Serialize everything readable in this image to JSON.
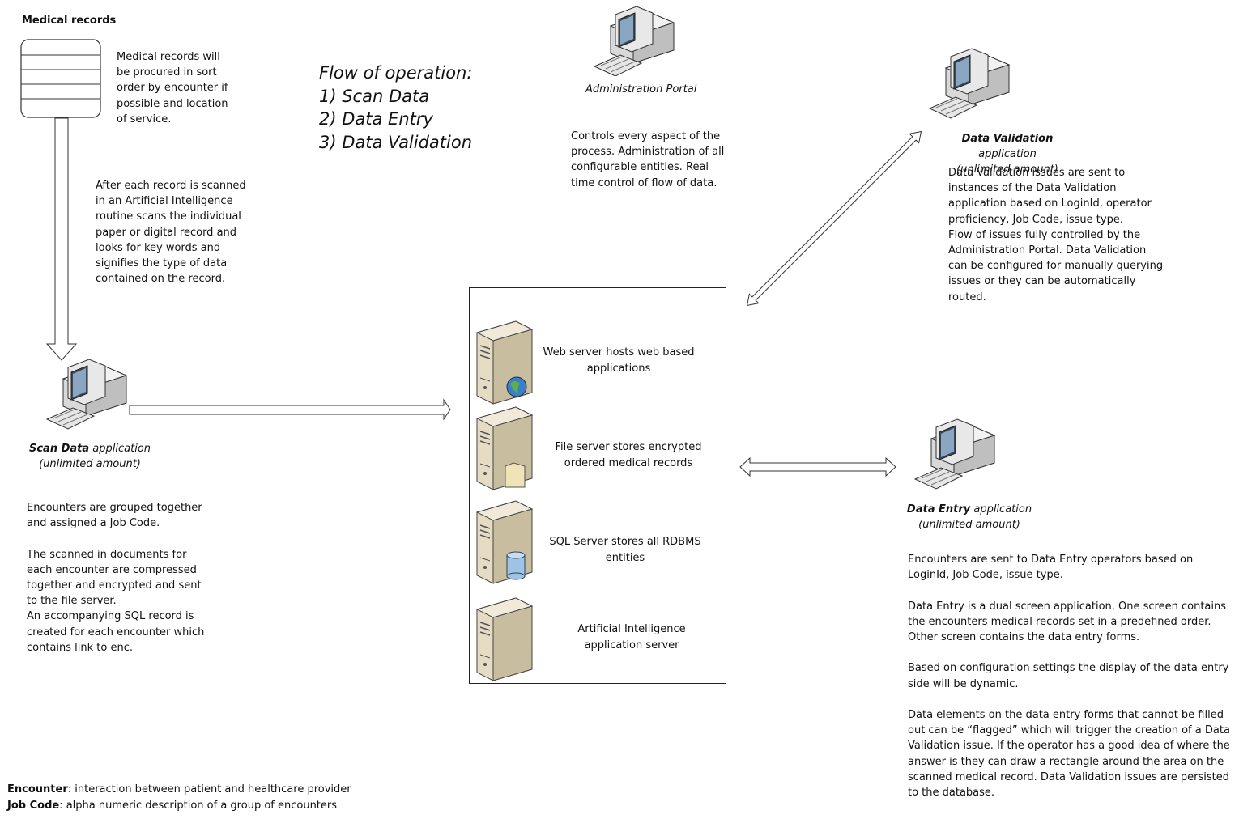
{
  "medical_records": {
    "title": "Medical records",
    "description": "Medical records will\nbe procured in sort\norder by encounter if\npossible and location\nof service."
  },
  "ai_note": "After each record is scanned\nin an Artificial Intelligence\nroutine scans the individual\npaper or digital record and\nlooks for key words and\nsignifies the type of data\ncontained on the record.",
  "flow": {
    "heading": "Flow of operation:",
    "steps": [
      "1) Scan Data",
      "2) Data Entry",
      "3) Data Validation"
    ]
  },
  "admin_portal": {
    "label": "Administration Portal",
    "description": "Controls every aspect of the\nprocess. Administration of all\nconfigurable entitles. Real\ntime control of flow of data."
  },
  "data_validation": {
    "name": "Data Validation",
    "suffix": " application",
    "qualifier": "(unlimited amount)",
    "description": "Data Validation issues are sent to\ninstances of the Data Validation\napplication based on LoginId, operator\nproficiency, Job Code, issue type.\nFlow of issues fully controlled by the\nAdministration Portal. Data Validation\ncan be configured for manually querying\nissues or they can be automatically\nrouted."
  },
  "scan_data": {
    "name": "Scan Data",
    "suffix": " application",
    "qualifier": "(unlimited amount)",
    "description": "Encounters are grouped together\nand assigned a Job Code.\n\nThe scanned in documents for\neach encounter are compressed\ntogether and encrypted and sent\nto the file server.\nAn accompanying SQL record is\ncreated for each encounter which\ncontains link to enc."
  },
  "data_entry": {
    "name": "Data Entry",
    "suffix": " application",
    "qualifier": "(unlimited amount)",
    "description": "Encounters are sent to Data Entry operators based on\nLoginId, Job Code, issue type.\n\nData Entry is a dual screen application. One screen contains\nthe encounters medical records set in a predefined order.\nOther screen contains the data entry forms.\n\nBased on configuration settings the display of the data entry\nside will be dynamic.\n\nData elements on the data entry forms that cannot be filled\nout can be “flagged” which will trigger the creation of a Data\nValidation issue. If the operator has a good idea of where the\nanswer is they can draw a rectangle around the area on the\nscanned medical record. Data Validation issues are persisted\nto the database."
  },
  "servers": [
    {
      "label": "Web server hosts web based\napplications",
      "icon": "web-server-icon"
    },
    {
      "label": "File server stores encrypted\nordered medical records",
      "icon": "file-server-icon"
    },
    {
      "label": "SQL Server stores all RDBMS\nentities",
      "icon": "sql-server-icon"
    },
    {
      "label": "Artificial Intelligence\napplication server",
      "icon": "ai-server-icon"
    }
  ],
  "legend": [
    {
      "term": "Encounter",
      "definition": ": interaction between patient and healthcare provider"
    },
    {
      "term": "Job Code",
      "definition": ": alpha numeric description of a group of encounters"
    }
  ]
}
